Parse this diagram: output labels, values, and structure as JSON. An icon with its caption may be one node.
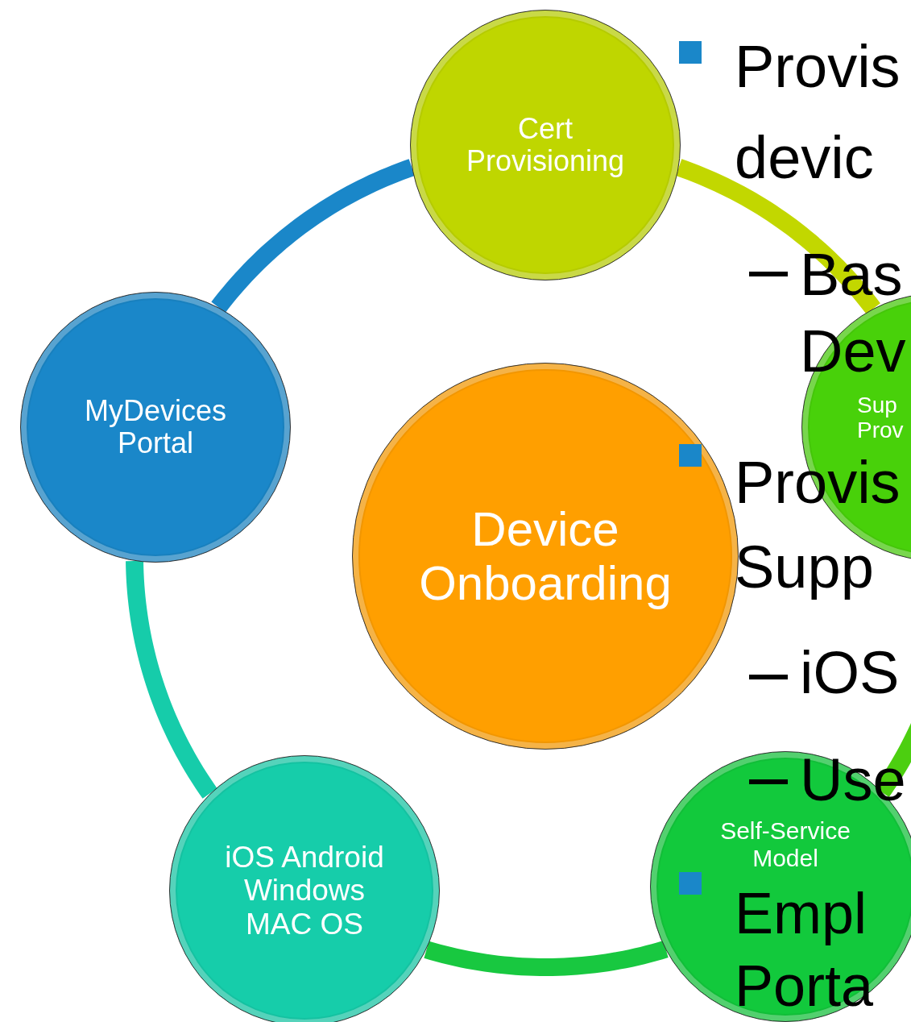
{
  "diagram": {
    "nodes": [
      {
        "text": [
          "Cert Provisioning"
        ]
      },
      {
        "text": [
          "MyDevices Portal"
        ]
      },
      {
        "text": [
          "Device Onboarding"
        ]
      },
      {
        "text": [
          "Sup Prov"
        ]
      },
      {
        "text": [
          "iOS Android Windows MAC OS"
        ]
      },
      {
        "text": [
          "Self-Service Model"
        ]
      }
    ],
    "edges": [
      {
        "from": 1,
        "to": 0,
        "arrow": "none",
        "color": "#1a87c9"
      },
      {
        "from": 0,
        "to": 3,
        "arrow": "none",
        "color": "#c2d700"
      },
      {
        "from": 3,
        "to": 5,
        "arrow": "none",
        "color": "#4ccf10"
      },
      {
        "from": 5,
        "to": 4,
        "arrow": "none",
        "color": "#18c840"
      },
      {
        "from": 4,
        "to": 1,
        "arrow": "none",
        "color": "#16ccaa"
      }
    ],
    "labels": [
      "Provis devic",
      "Bas Dev",
      "Provis Supp",
      "iOS",
      "Use",
      "Empl Porta"
    ]
  }
}
